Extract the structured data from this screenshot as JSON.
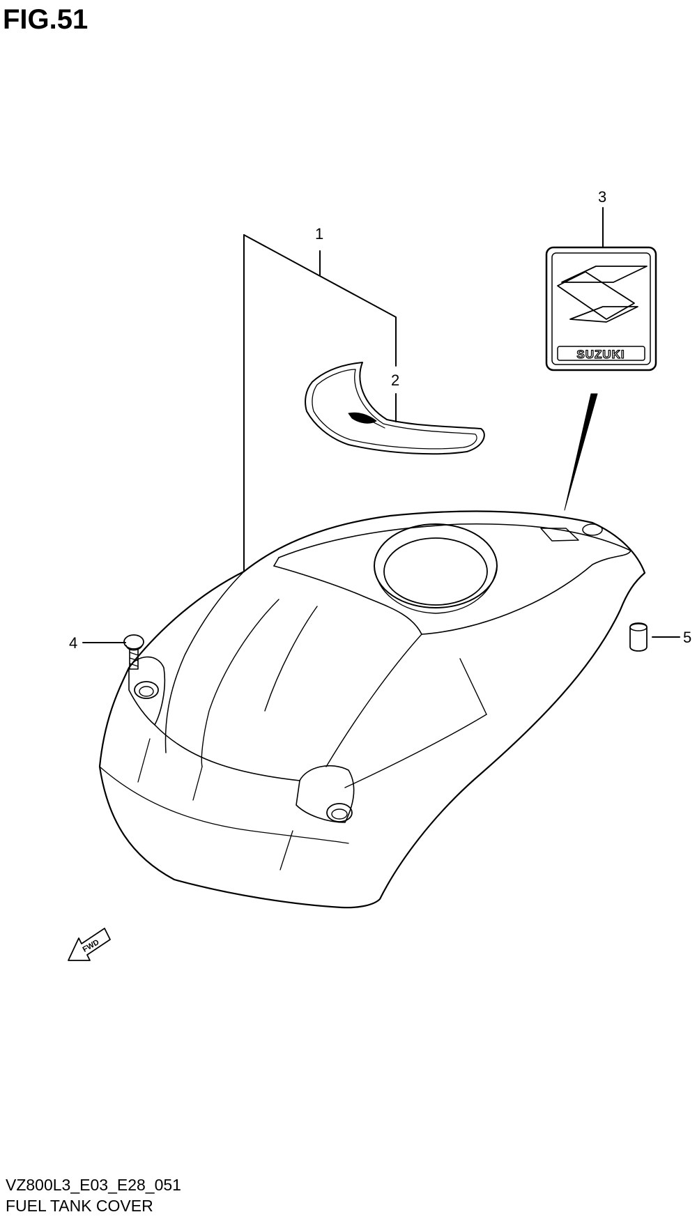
{
  "figure": {
    "title": "FIG.51",
    "code": "VZ800L3_E03_E28_051",
    "name": "FUEL TANK COVER"
  },
  "callouts": [
    {
      "id": "1",
      "label": "1"
    },
    {
      "id": "2",
      "label": "2"
    },
    {
      "id": "3",
      "label": "3"
    },
    {
      "id": "4",
      "label": "4"
    },
    {
      "id": "5",
      "label": "5"
    }
  ],
  "emblem": {
    "text": "SUZUKI"
  },
  "direction_arrow": {
    "text": "FWD"
  }
}
